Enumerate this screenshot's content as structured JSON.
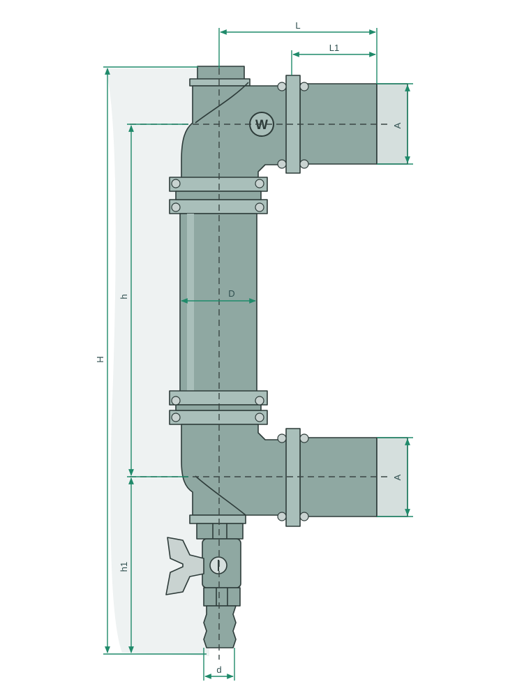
{
  "diagram": {
    "logo_letter": "W",
    "dimensions": {
      "L": "L",
      "L1": "L1",
      "H": "H",
      "h": "h",
      "h1": "h1",
      "D": "D",
      "A_top": "A",
      "A_bottom": "A",
      "d": "d"
    },
    "colors": {
      "body": "#8fa8a2",
      "body_dark": "#6f8882",
      "body_light": "#a9bfba",
      "outline": "#2d3b39",
      "dimension": "#1f8a6a",
      "centerline": "#3a4644"
    }
  }
}
